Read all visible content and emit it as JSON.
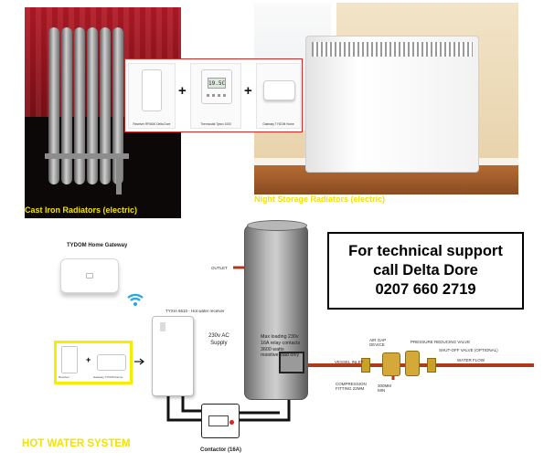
{
  "images": {
    "cast_iron": {
      "label": "Cast Iron Radiators (electric)"
    },
    "storage": {
      "label": "Night Storage Radiators (electric)"
    }
  },
  "products_inset": {
    "items": [
      {
        "caption": "Receiver RF6600 Delta Dore",
        "icon": "receiver-icon"
      },
      {
        "caption": "Thermostat Tybox 1000",
        "icon": "thermostat-icon"
      },
      {
        "caption": "Gateway TYDOM Home",
        "icon": "gateway-icon"
      }
    ],
    "plus": "+",
    "thermostat_display": "19.5C"
  },
  "hot_water": {
    "gateway_label": "TYDOM Home Gateway",
    "receiver_label": "TYXIA 6610 - Hot water receiver",
    "supply_label": "230v AC\nSupply",
    "outlet_label": "OUTLET",
    "max_loading": "Max loading 230v\n16A relay contacts\n3600 watts\nresistive load only",
    "small_kit_plus": "+",
    "small_kit_captions": [
      "Receiver",
      "Gateway TYDOM Home"
    ],
    "contactor_label": "Contactor (16A)",
    "system_label": "HOT WATER SYSTEM",
    "pipe_labels": {
      "vessel_inlet": "VESSEL INLET",
      "air_gap": "AIR GAP\nDEVICE",
      "pressure_valve": "PRESSURE REDUCING VALVE",
      "shut_off": "SHUT-OFF VALVE (OPTIONAL)",
      "water_flow": "WATER FLOW",
      "compression": "COMPRESSION\nFITTING 22MM",
      "min_length": "300MM\nMIN"
    }
  },
  "support": {
    "line1": "For technical support",
    "line2": "call Delta Dore",
    "line3": "0207 660 2719"
  },
  "colors": {
    "label_yellow": "#f2e200",
    "highlight_yellow": "#f5ee00",
    "pipe_red": "#b03a1a",
    "wifi_blue": "#29a8df"
  }
}
